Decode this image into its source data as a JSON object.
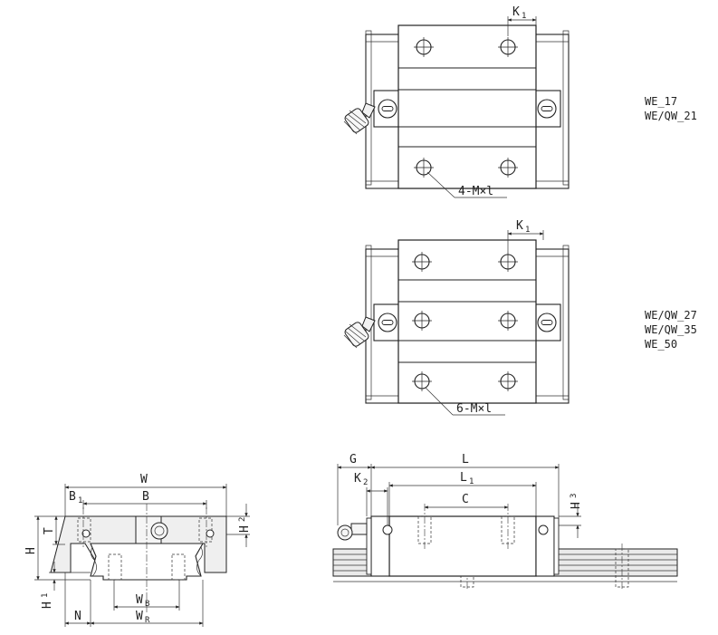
{
  "top_view_a": {
    "dim_k1": {
      "main": "K",
      "sub": "1"
    },
    "hole_callout": "4-M×l"
  },
  "top_view_b": {
    "dim_k1": {
      "main": "K",
      "sub": "1"
    },
    "hole_callout": "6-M×l"
  },
  "series_notes_a": [
    "WE_17",
    "WE/QW_21"
  ],
  "series_notes_b": [
    "WE/QW_27",
    "WE/QW_35",
    "WE_50"
  ],
  "front_view": {
    "dim_w": "W",
    "dim_b": "B",
    "dim_b1": {
      "main": "B",
      "sub": "1"
    },
    "dim_h": "H",
    "dim_t": "T",
    "dim_h1": {
      "main": "H",
      "sub": "1"
    },
    "dim_h2": {
      "main": "H",
      "sub": "2"
    },
    "dim_n": "N",
    "dim_wb": {
      "main": "W",
      "sub": "B"
    },
    "dim_wr": {
      "main": "W",
      "sub": "R"
    }
  },
  "side_view": {
    "dim_g": "G",
    "dim_l": "L",
    "dim_l1": {
      "main": "L",
      "sub": "1"
    },
    "dim_k2": {
      "main": "K",
      "sub": "2"
    },
    "dim_c": "C",
    "dim_h3": {
      "main": "H",
      "sub": "3"
    }
  }
}
